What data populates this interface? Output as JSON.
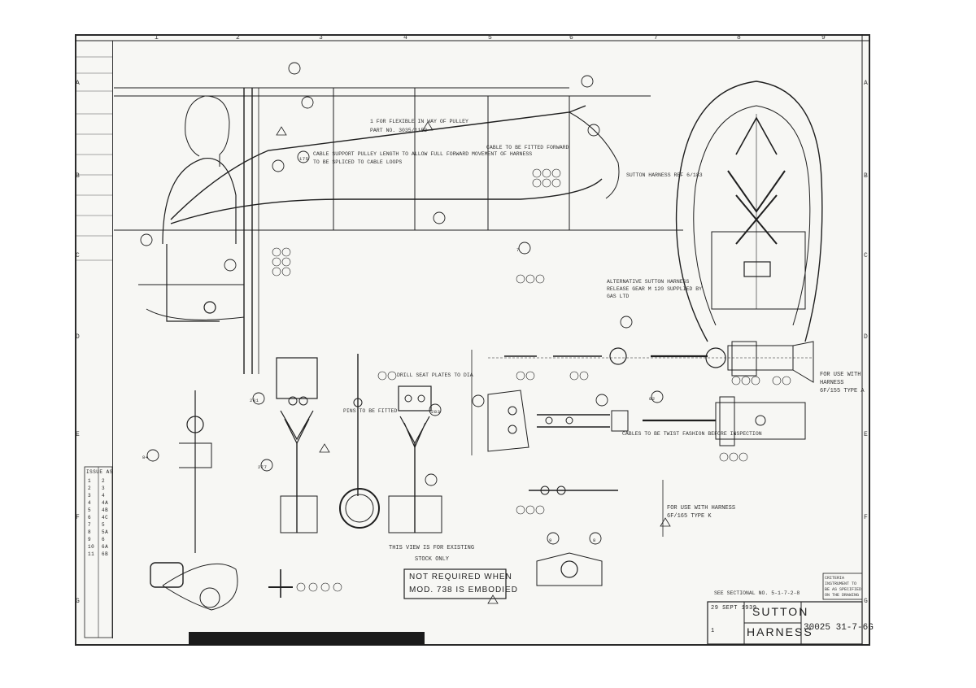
{
  "sheet": {
    "columns": [
      "1",
      "2",
      "3",
      "4",
      "5",
      "6",
      "7",
      "8",
      "9"
    ],
    "rows": [
      "A",
      "B",
      "C",
      "D",
      "E",
      "F",
      "G"
    ]
  },
  "notes": {
    "flexibility": "1 for flexible in way of pulley",
    "part": "part no. 3035/1153",
    "cable_support": "cable support pulley length to allow full forward movement of harness",
    "to_be_spliced": "to be spliced to cable loops",
    "forward_cable": "cable to be fitted forward",
    "soutton": "sutton harness ref 6/183",
    "alternative": "alternative sutton harness release gear m 120 supplied by gas ltd",
    "for_use_a": "for use with harness 6f/155 type a",
    "for_use_k": "for use with harness 6f/165 type k",
    "not_required_1": "Not Required When",
    "not_required_2": "Mod. 738 Is Embodied",
    "view_for": "this view is for existing",
    "stock_only": "stock only",
    "cables": "cables to be twist fashion before inspection",
    "drill": "drill seat plates to dia",
    "pins": "pins to be fitted",
    "sub_numbers": "see sectional no. 5-1-7-2-8",
    "criteria": "criteria instrument to be as specified on the drawing"
  },
  "title_block": {
    "title_1": "SUTTON",
    "title_2": "HARNESS",
    "drawing_number": "30025 31-7-6G",
    "issue": "1",
    "date": "29 SEPT 1939"
  },
  "balloons": [
    "175",
    "283",
    "277",
    "7",
    "84",
    "8",
    "9",
    "82",
    "281"
  ],
  "issue_table": {
    "header": "ISSUE AS",
    "rows": [
      [
        "1",
        "2"
      ],
      [
        "2",
        "3"
      ],
      [
        "3",
        "4"
      ],
      [
        "4",
        "4a"
      ],
      [
        "5",
        "4b"
      ],
      [
        "6",
        "4c"
      ],
      [
        "7",
        "5"
      ],
      [
        "8",
        "5a"
      ],
      [
        "9",
        "6"
      ],
      [
        "10",
        "6a"
      ],
      [
        "11",
        "6b"
      ]
    ]
  }
}
